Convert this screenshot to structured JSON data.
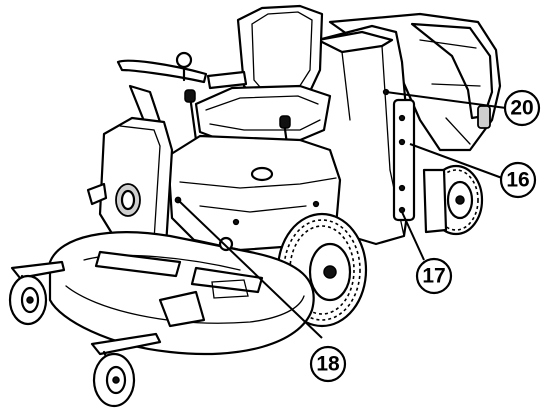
{
  "callouts": [
    {
      "id": "callout-20",
      "label": "20"
    },
    {
      "id": "callout-16",
      "label": "16"
    },
    {
      "id": "callout-17",
      "label": "17"
    },
    {
      "id": "callout-18",
      "label": "18"
    }
  ]
}
